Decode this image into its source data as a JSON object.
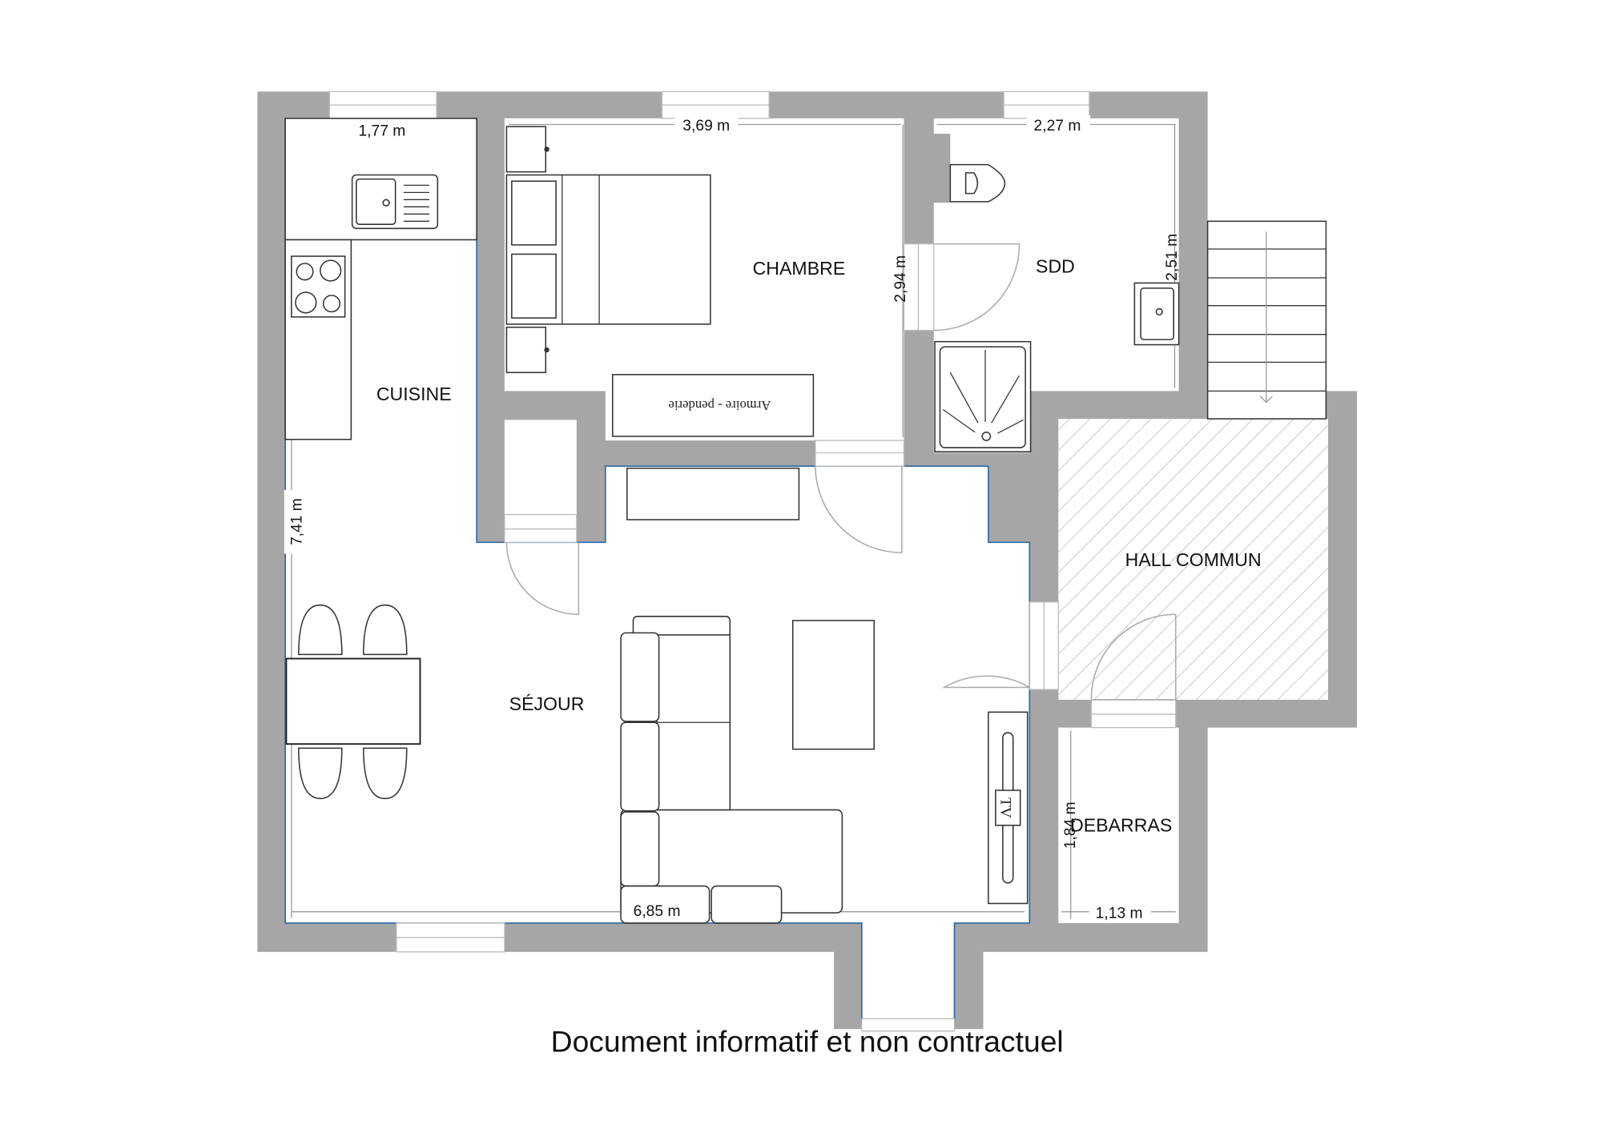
{
  "title": "Floor plan",
  "colors": {
    "wall": "#a6a6a6",
    "outline": "#2d6aa8",
    "hatch": "#c8c8c8"
  },
  "rooms": {
    "cuisine": "CUISINE",
    "chambre": "CHAMBRE",
    "sdd": "SDD",
    "sejour": "SÉJOUR",
    "hall": "HALL COMMUN",
    "debarras": "DEBARRAS"
  },
  "dimensions": {
    "cuisine_width": "1,77 m",
    "chambre_width": "3,69 m",
    "sdd_width": "2,27 m",
    "chambre_height": "2,94 m",
    "sdd_height": "2,51 m",
    "sejour_height": "7,41 m",
    "sejour_width": "6,85 m",
    "debarras_height": "1,84 m",
    "debarras_width": "1,13 m"
  },
  "furniture": {
    "wardrobe": "Armoire - penderie",
    "tv": "TV"
  },
  "footer": "Document informatif et non contractuel"
}
